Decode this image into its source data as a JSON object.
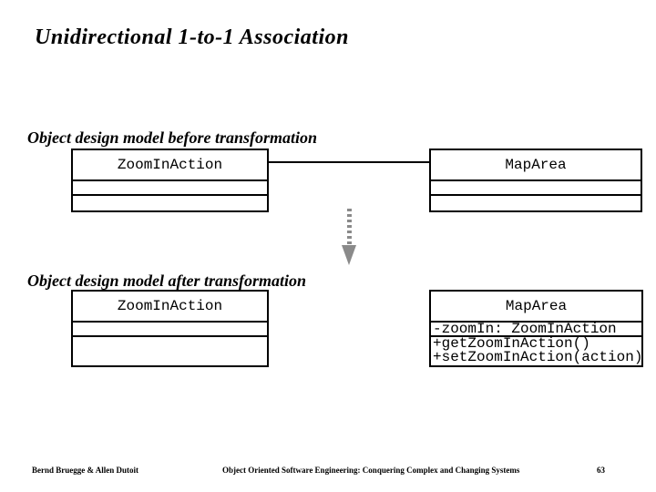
{
  "title": "Unidirectional 1-to-1 Association",
  "before": {
    "heading": "Object design model before transformation",
    "zoom_class": {
      "name": "ZoomInAction",
      "attributes": [],
      "operations": []
    },
    "map_class": {
      "name": "MapArea",
      "attributes": [],
      "operations": []
    },
    "association": "unidirectional 1-to-1 link between ZoomInAction and MapArea"
  },
  "after": {
    "heading": "Object design model after transformation",
    "zoom_class": {
      "name": "ZoomInAction",
      "attributes": [],
      "operations": []
    },
    "map_class": {
      "name": "MapArea",
      "attribute": "-zoomIn: ZoomInAction",
      "operation1": "+getZoomInAction()",
      "operation2": "+setZoomInAction(action)"
    }
  },
  "icons": {
    "transform_arrow": "gray dashed down-arrow between diagrams"
  },
  "colors": {
    "arrow_gray": "#8a8a8a",
    "line_black": "#000000",
    "background": "#ffffff"
  },
  "footer": {
    "authors": "Bernd Bruegge & Allen Dutoit",
    "book_title": "Object Oriented Software Engineering: Conquering Complex and Changing Systems",
    "page_number": "63"
  }
}
